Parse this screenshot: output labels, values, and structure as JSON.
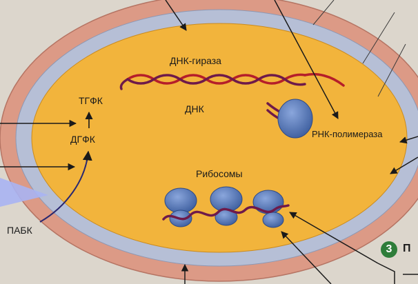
{
  "labels": {
    "dna_gyrase": "ДНК-гираза",
    "dna": "ДНК",
    "rna_polymerase": "РНК-полимераза",
    "ribosomes": "Рибосомы",
    "tgfk": "ТГФК",
    "dgfk": "ДГФК",
    "pabk": "ПАБК"
  },
  "section_badge": "3",
  "cut_text": "П",
  "colors": {
    "outer_wall": "#dc9a86",
    "membrane": "#b6bfd6",
    "cytoplasm": "#f2b43c",
    "dna_strand_a": "#b51e2a",
    "dna_strand_b": "#6e1a4a",
    "ribosome": "#4f75b6",
    "pointer": "#a9b4f3",
    "badge": "#2e7d3a"
  }
}
